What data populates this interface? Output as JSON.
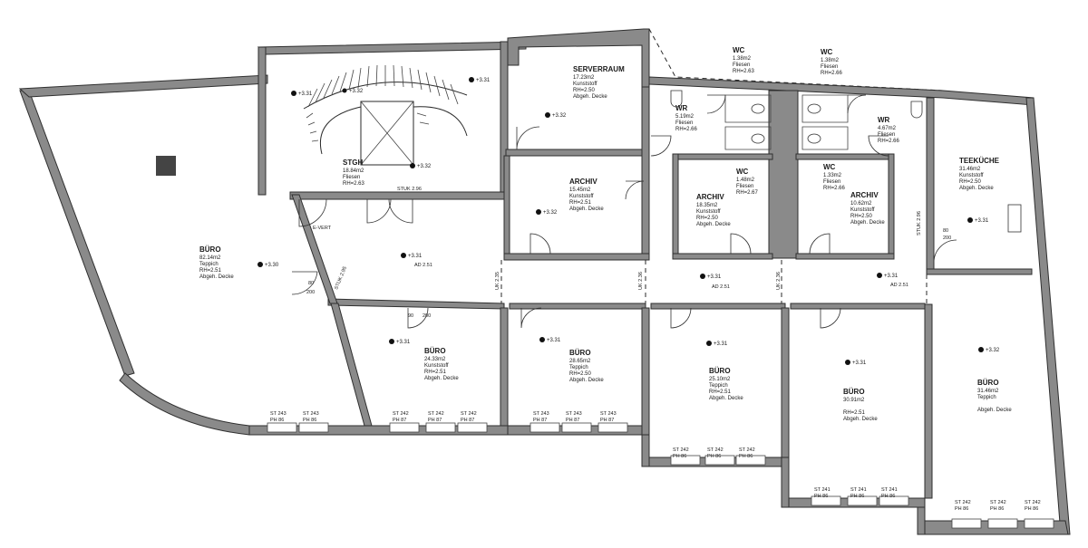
{
  "rooms": [
    {
      "name": "BÜRO",
      "lines": [
        "82.14m2",
        "Teppich",
        "RH=2.51",
        "Abgeh. Decke"
      ]
    },
    {
      "name": "STGH",
      "lines": [
        "18.84m2",
        "Fliesen",
        "RH=2.63"
      ]
    },
    {
      "name": "SERVERRAUM",
      "lines": [
        "17.23m2",
        "Kunststoff",
        "RH=2.50",
        "Abgeh. Decke"
      ]
    },
    {
      "name": "ARCHIV",
      "lines": [
        "15.45m2",
        "Kunststoff",
        "RH=2.51",
        "Abgeh. Decke"
      ]
    },
    {
      "name": "WC",
      "lines": [
        "1.38m2",
        "Fliesen",
        "RH=2.63"
      ]
    },
    {
      "name": "WC",
      "lines": [
        "1.38m2",
        "Fliesen",
        "RH=2.66"
      ]
    },
    {
      "name": "WR",
      "lines": [
        "5.19m2",
        "Fliesen",
        "RH=2.66"
      ]
    },
    {
      "name": "WR",
      "lines": [
        "4.67m2",
        "Fliesen",
        "RH=2.66"
      ]
    },
    {
      "name": "WC",
      "lines": [
        "1.48m2",
        "Fliesen",
        "RH=2.67"
      ]
    },
    {
      "name": "WC",
      "lines": [
        "1.33m2",
        "Fliesen",
        "RH=2.66"
      ]
    },
    {
      "name": "ARCHIV",
      "lines": [
        "18.35m2",
        "Kunststoff",
        "RH=2.50",
        "Abgeh. Decke"
      ]
    },
    {
      "name": "ARCHIV",
      "lines": [
        "10.62m2",
        "Kunststoff",
        "RH=2.50",
        "Abgeh. Decke"
      ]
    },
    {
      "name": "TEEKÜCHE",
      "lines": [
        "31.46m2",
        "Kunststoff",
        "RH=2.50",
        "Abgeh. Decke"
      ]
    },
    {
      "name": "BÜRO",
      "lines": [
        "24.33m2",
        "Kunststoff",
        "RH=2.51",
        "Abgeh. Decke"
      ]
    },
    {
      "name": "BÜRO",
      "lines": [
        "28.65m2",
        "Teppich",
        "RH=2.50",
        "Abgeh. Decke"
      ]
    },
    {
      "name": "BÜRO",
      "lines": [
        "25.10m2",
        "Teppich",
        "RH=2.51",
        "Abgeh. Decke"
      ]
    },
    {
      "name": "BÜRO",
      "lines": [
        "30.91m2",
        "",
        "RH=2.51",
        "Abgeh. Decke"
      ]
    },
    {
      "name": "BÜRO",
      "lines": [
        "31.46m2",
        "Teppich",
        "",
        "Abgeh. Decke"
      ]
    }
  ],
  "levels": [
    "+3.31",
    "+3.31",
    "+3.32",
    "+3.32",
    "+3.30",
    "+3.31",
    "+3.32",
    "+3.31",
    "+3.31",
    "+3.31",
    "+3.31",
    "+3.31",
    "+3.31",
    "+3.31",
    "+3.32",
    "+3.32"
  ],
  "corridor_labels": [
    "AD 2.51",
    "AD 2.51",
    "AD 2.51",
    "STUK 2.96",
    "E-VERT",
    "STUK 2.95",
    "STUK 2.96"
  ],
  "section_labels": [
    "UK 2.35",
    "UK 2.36",
    "UK 2.36"
  ],
  "window_tags": [
    {
      "st": "ST 243",
      "ph": "PH 86"
    },
    {
      "st": "ST 243",
      "ph": "PH 86"
    },
    {
      "st": "ST 242",
      "ph": "PH 87"
    },
    {
      "st": "ST 242",
      "ph": "PH 87"
    },
    {
      "st": "ST 242",
      "ph": "PH 87"
    },
    {
      "st": "ST 243",
      "ph": "PH 87"
    },
    {
      "st": "ST 243",
      "ph": "PH 87"
    },
    {
      "st": "ST 243",
      "ph": "PH 87"
    },
    {
      "st": "ST 242",
      "ph": "PH 86"
    },
    {
      "st": "ST 242",
      "ph": "PH 86"
    },
    {
      "st": "ST 242",
      "ph": "PH 86"
    },
    {
      "st": "ST 241",
      "ph": "PH 86"
    },
    {
      "st": "ST 241",
      "ph": "PH 86"
    },
    {
      "st": "ST 241",
      "ph": "PH 86"
    },
    {
      "st": "ST 242",
      "ph": "PH 86"
    },
    {
      "st": "ST 242",
      "ph": "PH 86"
    },
    {
      "st": "ST 242",
      "ph": "PH 86"
    }
  ],
  "door_sizes": [
    "80",
    "200",
    "90",
    "200",
    "80",
    "200"
  ]
}
